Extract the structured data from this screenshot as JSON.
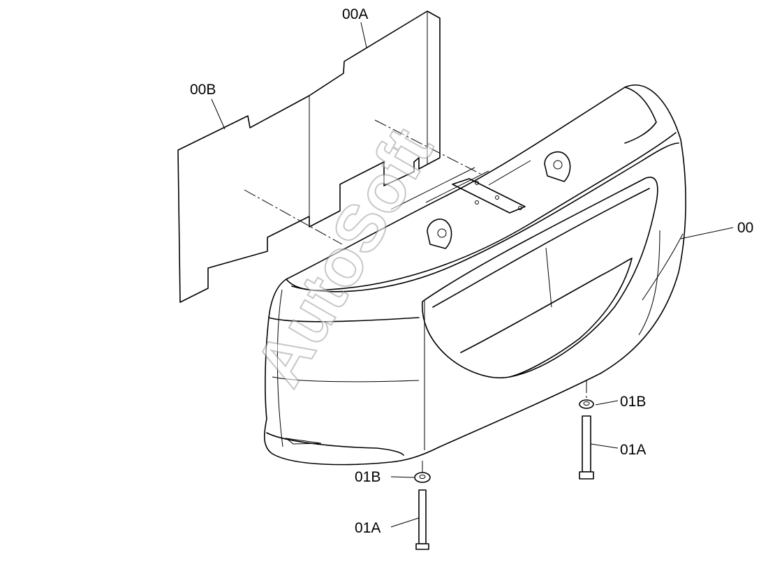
{
  "diagram": {
    "labels": {
      "part_00": "00",
      "part_00A": "00A",
      "part_00B": "00B",
      "part_01A_right": "01A",
      "part_01B_right": "01B",
      "part_01A_bottom": "01A",
      "part_01B_bottom": "01B"
    },
    "watermark": "AutoSoft"
  }
}
